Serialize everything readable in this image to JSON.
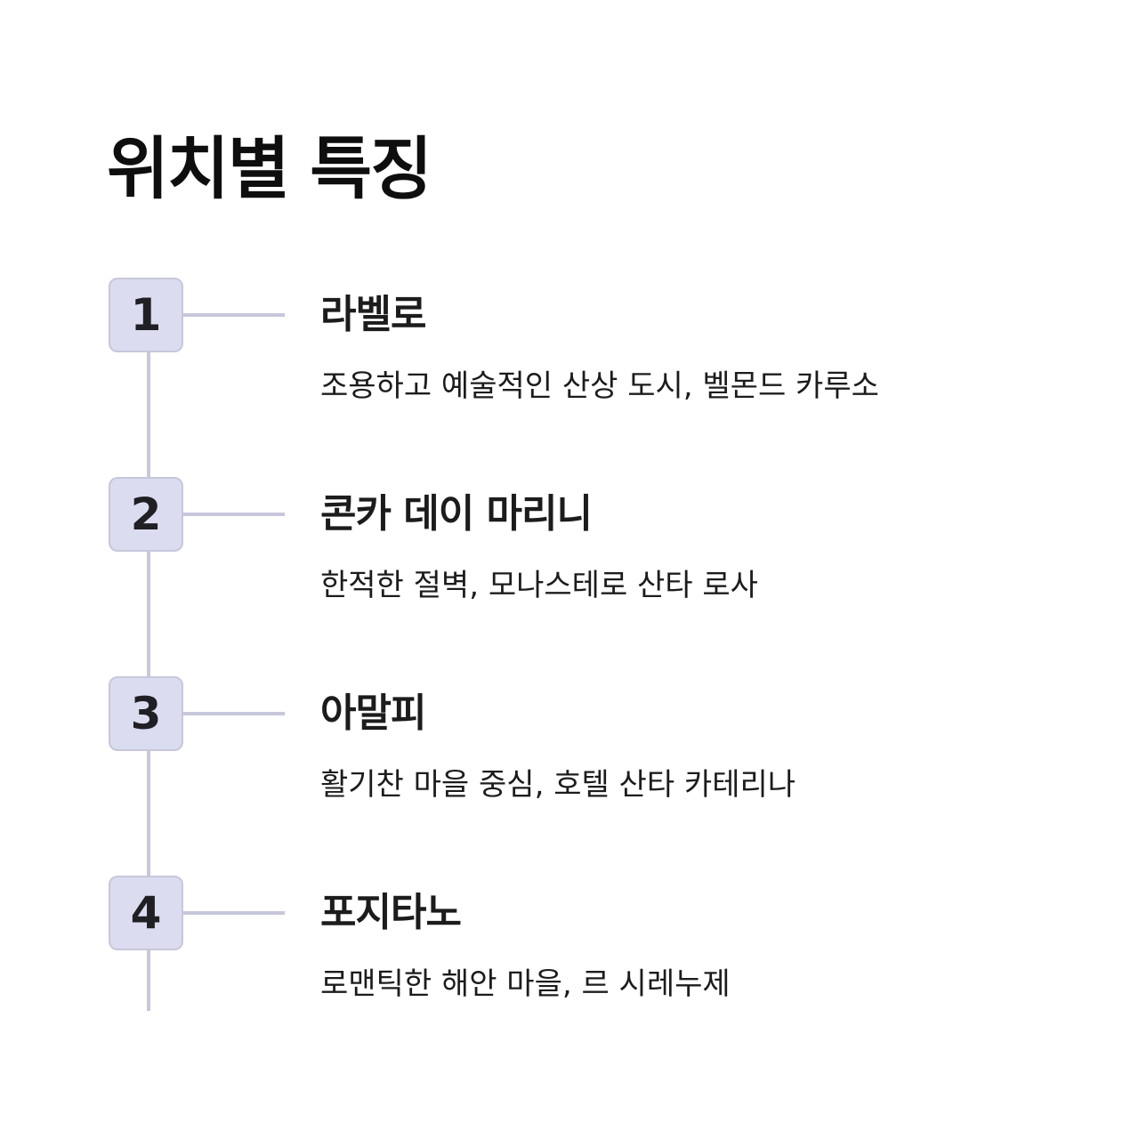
{
  "title": "위치별 특징",
  "steps": [
    {
      "number": "1",
      "title": "라벨로",
      "description": "조용하고 예술적인 산상 도시, 벨몬드 카루소"
    },
    {
      "number": "2",
      "title": "콘카 데이 마리니",
      "description": "한적한 절벽, 모나스테로 산타 로사"
    },
    {
      "number": "3",
      "title": "아말피",
      "description": "활기찬 마을 중심, 호텔 산타 카테리나"
    },
    {
      "number": "4",
      "title": "포지타노",
      "description": "로맨틱한 해안 마을, 르 시레누제"
    }
  ],
  "colors": {
    "badge_fill": "#dcdcf0",
    "line": "#c7c7dc",
    "text": "#141414"
  }
}
